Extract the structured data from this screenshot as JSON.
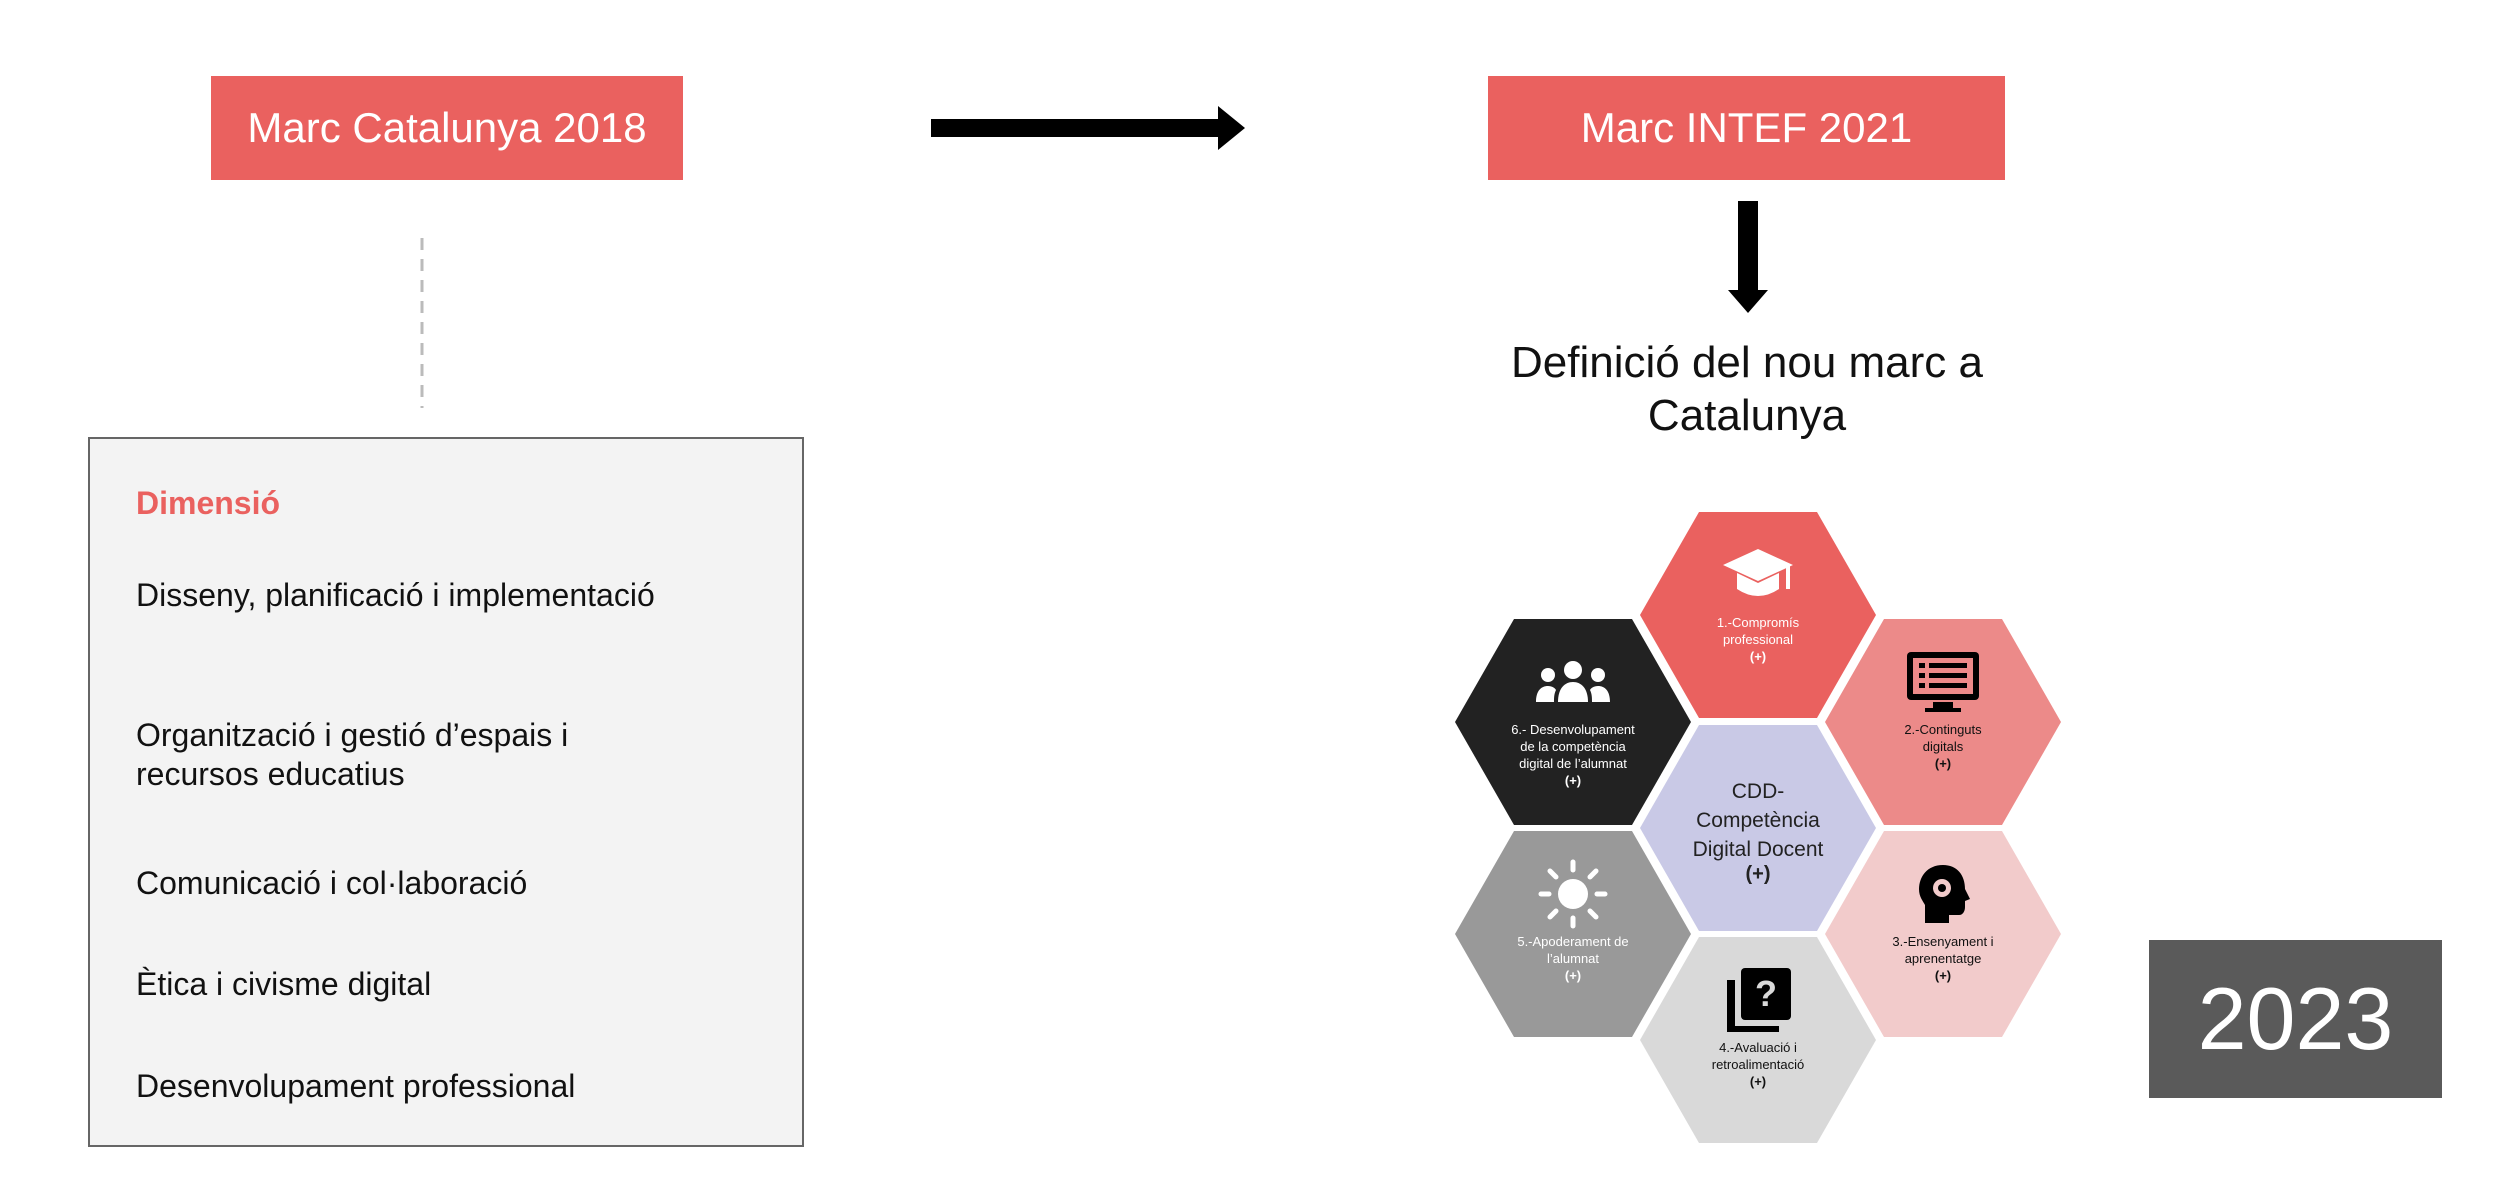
{
  "framework_2018": {
    "title": "Marc Catalunya 2018"
  },
  "framework_2021": {
    "title": "Marc INTEF 2021"
  },
  "dimension_panel": {
    "heading": "Dimensió",
    "items": [
      "Disseny, planificació i implementació",
      "Organització i gestió d’espais i recursos educatius",
      "Comunicació i col·laboració",
      "Ètica i civisme digital",
      "Desenvolupament professional"
    ]
  },
  "new_framework": {
    "title": "Definició del nou marc a Catalunya"
  },
  "hexagons": {
    "center": {
      "label": "CDD- Competència Digital Docent",
      "plus": "(+)"
    },
    "area1": {
      "label": "1.-Compromís professional",
      "plus": "(+)",
      "icon": "graduation-cap-icon",
      "color": "#ea615f"
    },
    "area2": {
      "label": "2.-Continguts digitals",
      "plus": "(+)",
      "icon": "monitor-list-icon",
      "color": "#ec8a89"
    },
    "area3": {
      "label": "3.-Ensenyament i aprenentatge",
      "plus": "(+)",
      "icon": "head-gear-icon",
      "color": "#f2cbcb"
    },
    "area4": {
      "label": "4.-Avaluació i retroalimentació",
      "plus": "(+)",
      "icon": "question-cards-icon",
      "color": "#d9d9d9"
    },
    "area5": {
      "label": "5.-Apoderament de l’alumnat",
      "plus": "(+)",
      "icon": "sun-icon",
      "color": "#999999"
    },
    "area6": {
      "label": "6.- Desenvolupament de la competència digital de l’alumnat",
      "plus": "(+)",
      "icon": "group-icon",
      "color": "#222222"
    },
    "center_color": "#c9c9e6"
  },
  "year": "2023"
}
